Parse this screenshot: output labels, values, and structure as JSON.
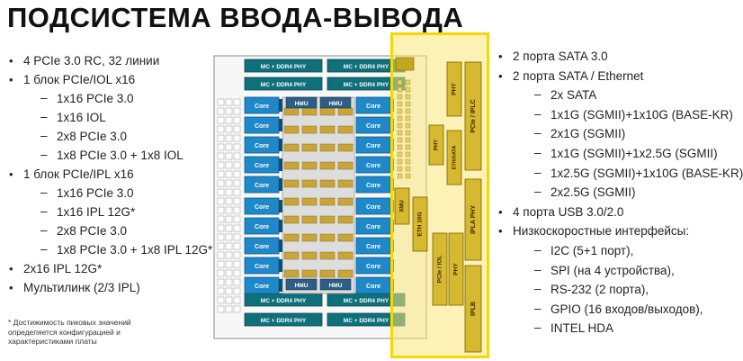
{
  "title": "ПОДСИСТЕМА ВВОДА-ВЫВОДА",
  "left_list": [
    {
      "level": 1,
      "text": "4 PCIe 3.0 RC, 32 линии"
    },
    {
      "level": 1,
      "text": "1 блок PCIe/IOL x16"
    },
    {
      "level": 2,
      "text": "1x16 PCIe 3.0"
    },
    {
      "level": 2,
      "text": "1x16 IOL"
    },
    {
      "level": 2,
      "text": "2x8 PCIe 3.0"
    },
    {
      "level": 2,
      "text": "1x8 PCIe 3.0 + 1x8 IOL"
    },
    {
      "level": 1,
      "text": "1 блок PCIe/IPL x16"
    },
    {
      "level": 2,
      "text": "1x16 PCIe 3.0"
    },
    {
      "level": 2,
      "text": "1x16 IPL 12G*"
    },
    {
      "level": 2,
      "text": "2x8 PCIe 3.0"
    },
    {
      "level": 2,
      "text": "1x8 PCIe 3.0 + 1x8 IPL 12G*"
    },
    {
      "level": 1,
      "text": "2x16 IPL 12G*"
    },
    {
      "level": 1,
      "text": "Мультилинк (2/3 IPL)"
    }
  ],
  "footnote": "* Достижимость пиковых значений определяется конфигурацией и характеристиками платы",
  "right_list": [
    {
      "level": 1,
      "text": "2 порта SATA 3.0"
    },
    {
      "level": 1,
      "text": "2 порта SATA / Ethernet"
    },
    {
      "level": 2,
      "text": "2x SATA"
    },
    {
      "level": 2,
      "text": "1x1G (SGMII)+1x10G (BASE-KR)"
    },
    {
      "level": 2,
      "text": "2x1G (SGMII)"
    },
    {
      "level": 2,
      "text": "1x1G (SGMII)+1x2.5G (SGMII)"
    },
    {
      "level": 2,
      "text": "1x2.5G (SGMII)+1x10G (BASE-KR)"
    },
    {
      "level": 2,
      "text": "2x2.5G (SGMII)"
    },
    {
      "level": 1,
      "text": "4 порта USB 3.0/2.0"
    },
    {
      "level": 1,
      "text": "Низкоскоростные интерфейсы:"
    },
    {
      "level": 2,
      "text": "I2C (5+1 порт),"
    },
    {
      "level": 2,
      "text": "SPI (на 4 устройства),"
    },
    {
      "level": 2,
      "text": " RS-232 (2 порта),"
    },
    {
      "level": 2,
      "text": "GPIO (16 входов/выходов),"
    },
    {
      "level": 2,
      "text": "INTEL HDA"
    }
  ],
  "chip": {
    "phy_label": "MC + DDR4 PHY",
    "core_label": "Core",
    "hmu_label": "HMU",
    "io_labels": {
      "xmu": "XMU",
      "eth": "ETH 10G",
      "eth_sata": "ETH/SATA",
      "pcie_iplc": "PCIe / IPLC",
      "pcie_iol": "PCIe / IOL",
      "ipla_phy": "IPLA PHY",
      "iplb": "IPLB",
      "phy": "PHY",
      "phy_small": "PHY"
    },
    "colors": {
      "phy": "#0f6f7a",
      "core": "#1e88c8",
      "cache": "#c8a53a",
      "highlight_border": "#f5d800",
      "highlight_fill": "#fae878"
    }
  }
}
